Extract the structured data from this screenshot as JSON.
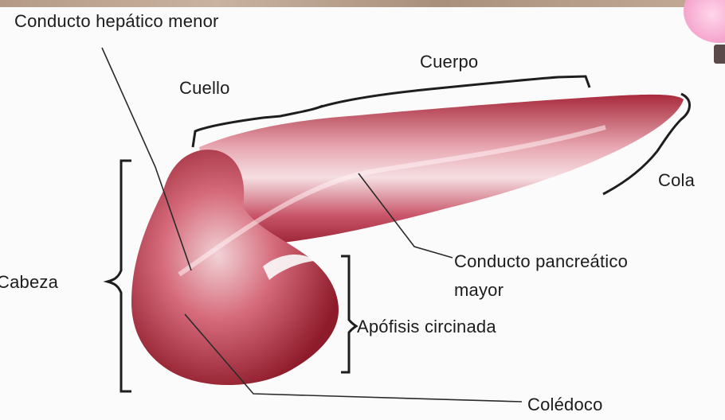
{
  "labels": {
    "hepatic_duct": "Conducto hepático menor",
    "neck": "Cuello",
    "body": "Cuerpo",
    "tail": "Cola",
    "head": "Cabeza",
    "pancreatic_duct_line1": "Conducto pancreático",
    "pancreatic_duct_line2": "mayor",
    "uncinate_process": "Apófisis circinada",
    "bile_duct": "Colédoco"
  },
  "colors": {
    "organ_dark": "#8e1b2a",
    "organ_mid": "#c44a5c",
    "organ_light": "#f4d8dc",
    "line": "#2a2a2a",
    "corner_pink": "#f39cc8"
  }
}
